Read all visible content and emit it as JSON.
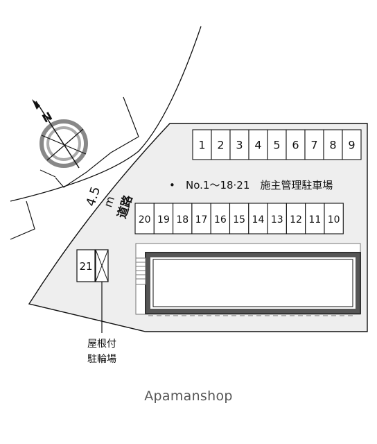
{
  "road": {
    "width_label": "4.5",
    "unit_label": "m",
    "name_label": "道路"
  },
  "compass": {
    "north_label": "N"
  },
  "parking": {
    "row_top": [
      "1",
      "2",
      "3",
      "4",
      "5",
      "6",
      "7",
      "8",
      "9"
    ],
    "row_bottom": [
      "20",
      "19",
      "18",
      "17",
      "16",
      "15",
      "14",
      "13",
      "12",
      "11",
      "10"
    ],
    "extra_space": "21",
    "note_bullet": "•",
    "note_text": "No.1～18·21　施主管理駐車場"
  },
  "bicycle": {
    "label_line1": "屋根付",
    "label_line2": "駐輪場"
  },
  "brand": {
    "text": "Apamanshop"
  },
  "colors": {
    "building_outline": "#333333",
    "lines": "#111111",
    "lot_fill": "#eeeeee",
    "brand_text": "#555555"
  }
}
